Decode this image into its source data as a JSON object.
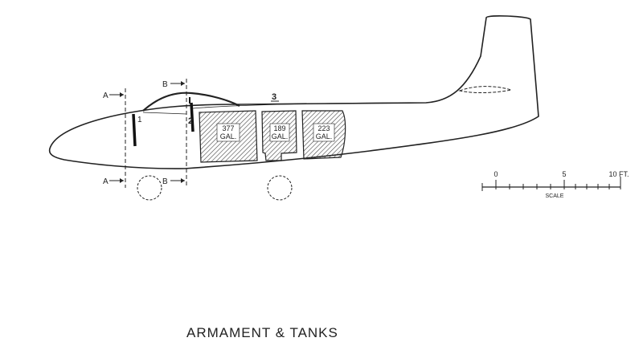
{
  "diagram": {
    "caption": "ARMAMENT & TANKS",
    "section_labels": {
      "a_top": "A",
      "a_bottom": "A",
      "b_top": "B",
      "b_bottom": "B"
    },
    "station_labels": {
      "s1": "1",
      "s2": "2",
      "s3": "3"
    },
    "tanks": [
      {
        "qty": "377",
        "unit": "GAL."
      },
      {
        "qty": "189",
        "unit": "GAL."
      },
      {
        "qty": "223",
        "unit": "GAL."
      }
    ],
    "scale": {
      "label": "SCALE",
      "ticks": [
        "0",
        "5",
        "10 FT."
      ]
    }
  }
}
